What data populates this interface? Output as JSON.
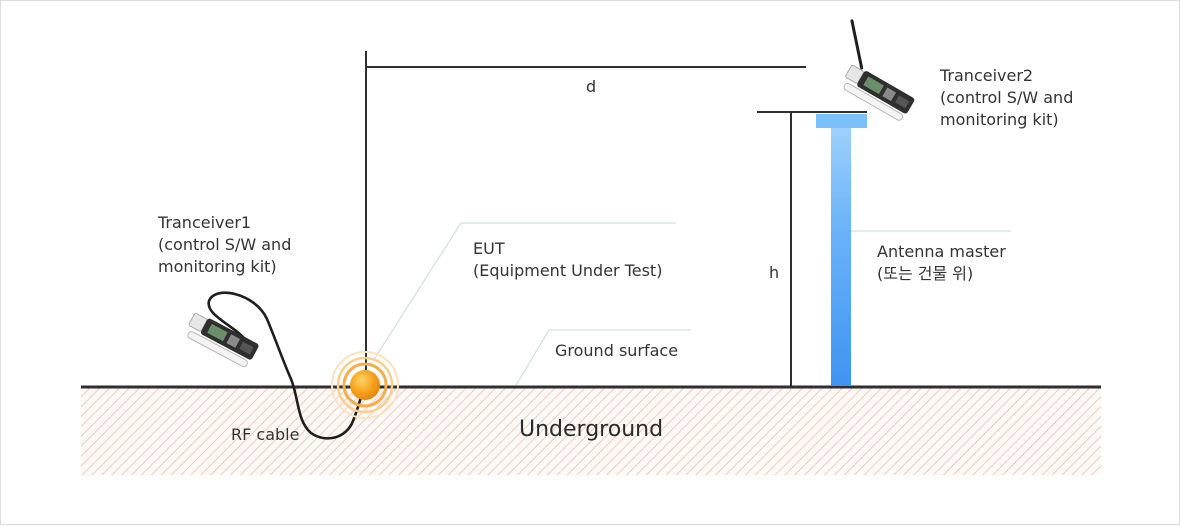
{
  "colors": {
    "ground_line": "#2f2f2f",
    "underground_hatch": "#f3c8bd",
    "mast": "#4a9cf5",
    "eut": "#f29a1a",
    "leader_lines": "#cfe0e3"
  },
  "labels": {
    "distance": "d",
    "height": "h",
    "transceiver1": [
      "Tranceiver1",
      "(control S/W and",
      "monitoring kit)"
    ],
    "transceiver2": [
      "Tranceiver2",
      "(control S/W and",
      "monitoring kit)"
    ],
    "eut": [
      "EUT",
      "(Equipment Under Test)"
    ],
    "antenna_mast": [
      "Antenna master",
      "(또는 건물 위)"
    ],
    "ground_surface": "Ground surface",
    "underground": "Underground",
    "rf_cable": "RF cable"
  }
}
